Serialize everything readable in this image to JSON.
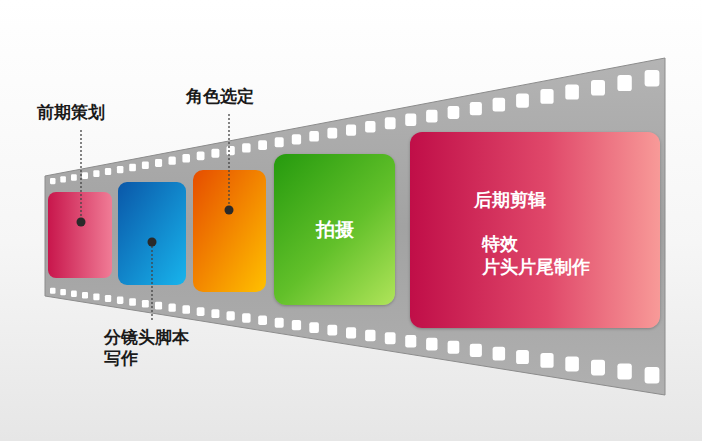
{
  "diagram": {
    "nodes": [
      {
        "text": [
          "拍摄"
        ]
      },
      {
        "text": [
          "后期剪辑",
          "特效 片头片尾制作"
        ]
      }
    ],
    "labels": [
      "前期策划",
      "角色选定",
      "分镜头脚本 写作"
    ]
  }
}
